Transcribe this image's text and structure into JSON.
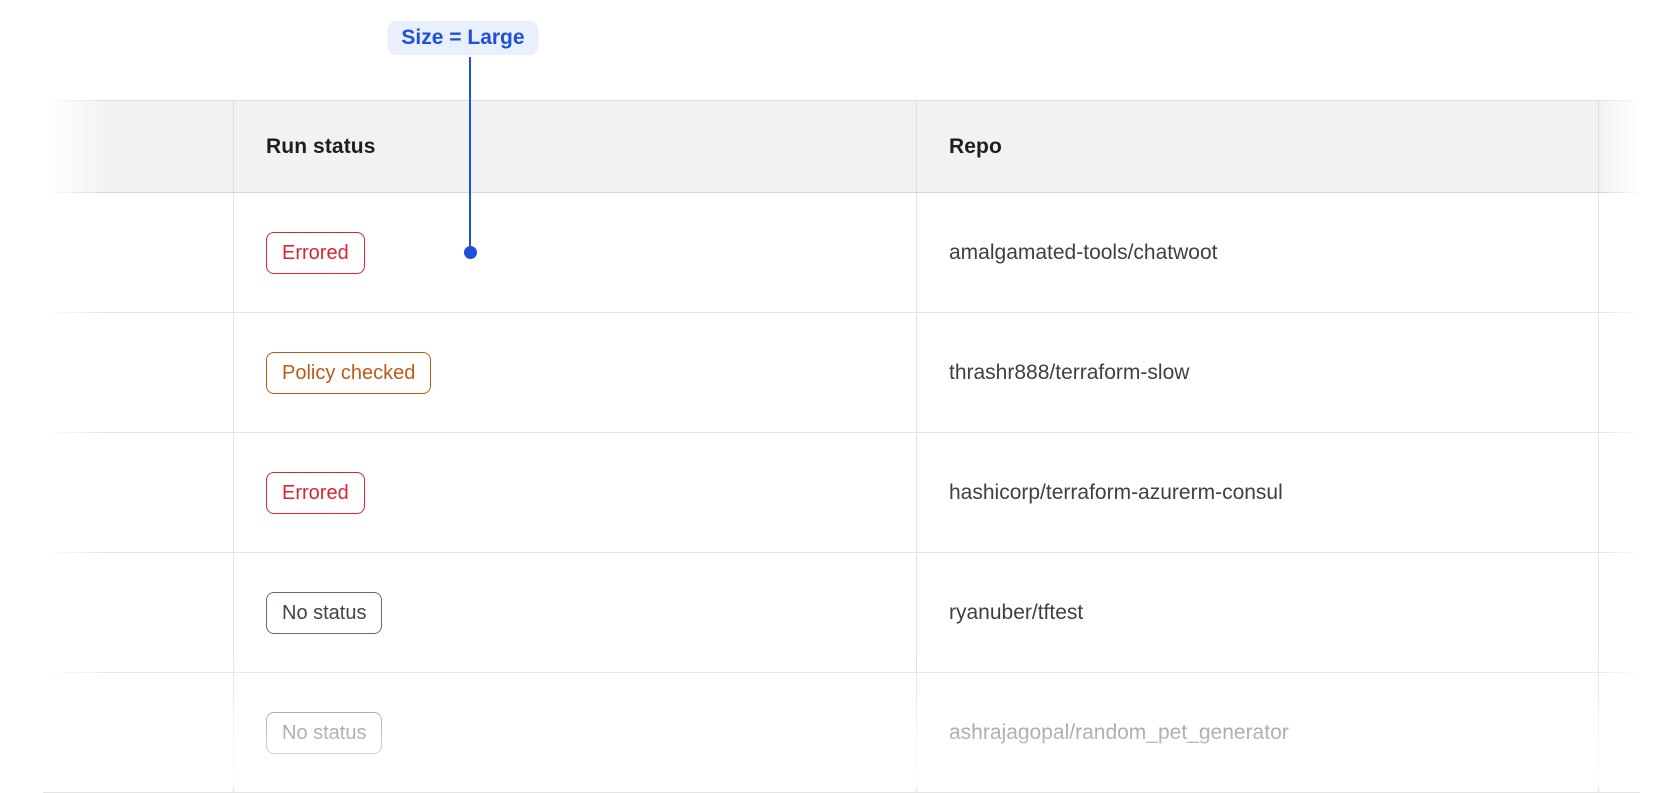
{
  "annotation": {
    "label": "Size = Large"
  },
  "table": {
    "columns": [
      {
        "label": ""
      },
      {
        "label": "Run status"
      },
      {
        "label": "Repo"
      }
    ],
    "rows": [
      {
        "status": "Errored",
        "status_type": "errored",
        "repo": "amalgamated-tools/chatwoot"
      },
      {
        "status": "Policy checked",
        "status_type": "policy-checked",
        "repo": "thrashr888/terraform-slow"
      },
      {
        "status": "Errored",
        "status_type": "errored",
        "repo": "hashicorp/terraform-azurerm-consul"
      },
      {
        "status": "No status",
        "status_type": "no-status",
        "repo": "ryanuber/tftest"
      },
      {
        "status": "No status",
        "status_type": "no-status",
        "repo": "ashrajagopal/random_pet_generator"
      }
    ]
  },
  "colors": {
    "accent_blue": "#1f4fdb",
    "annotation_bg": "#e8f0fd",
    "errored_red": "#e0232d",
    "policy_checked_orange": "#bd5b16",
    "no_status_gray": "#40444c",
    "header_bg": "#f1f2f3",
    "border": "#dfe1e5",
    "header_text": "#1c1e21",
    "body_text": "#3d4046"
  }
}
